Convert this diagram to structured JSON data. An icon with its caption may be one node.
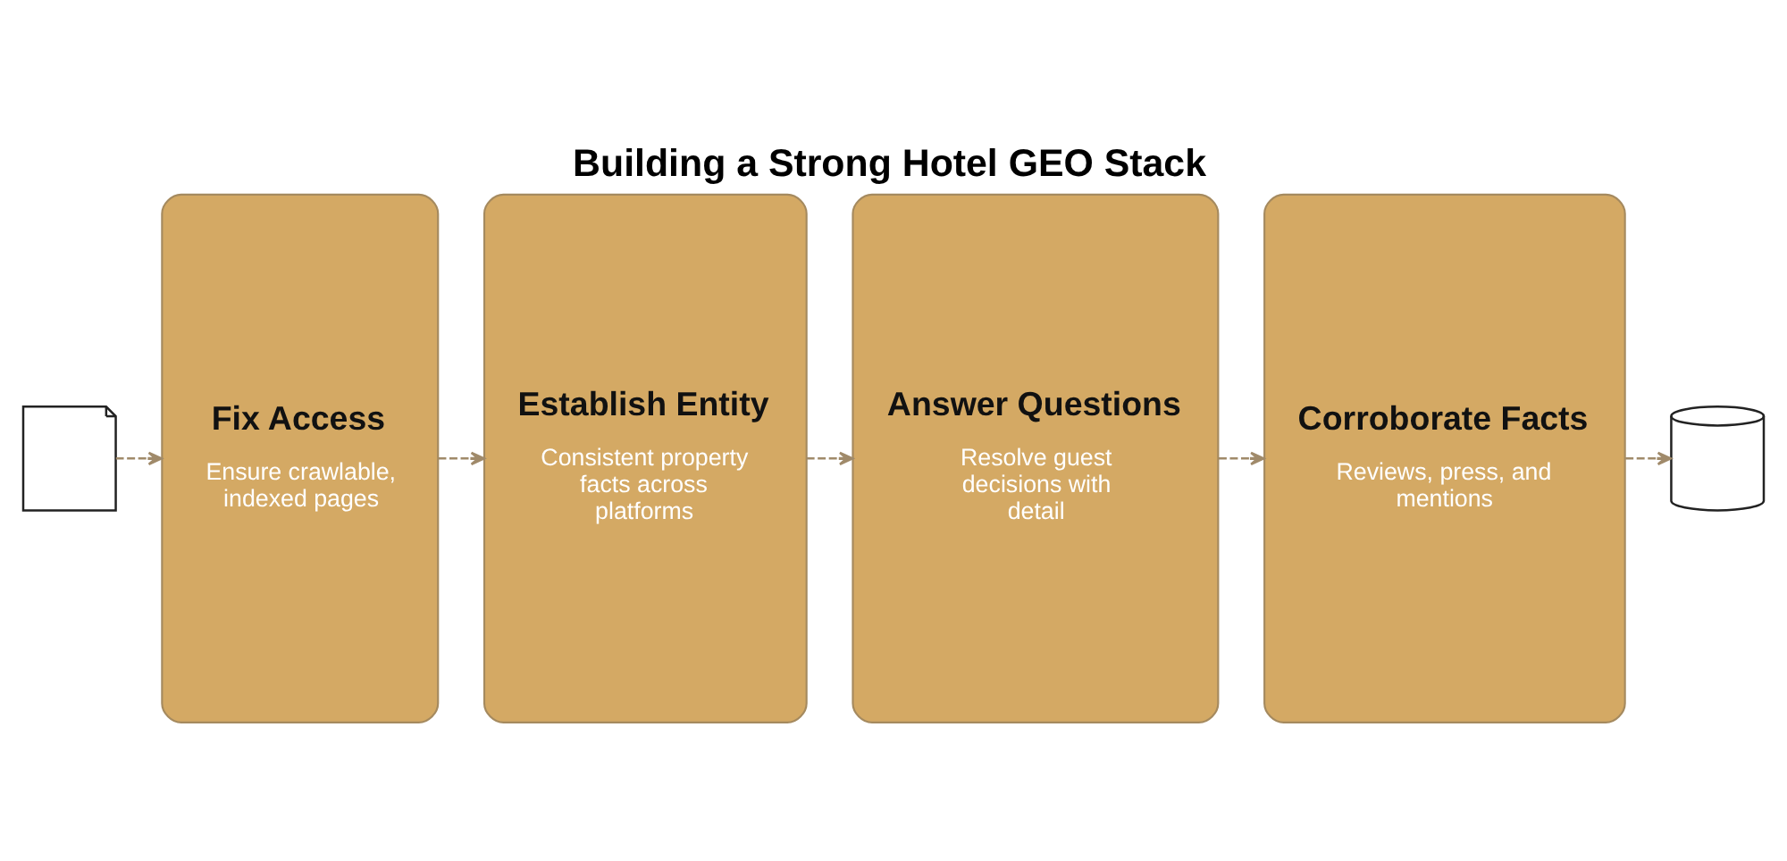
{
  "diagram": {
    "title": "Building a Strong Hotel GEO Stack",
    "nodes": [
      {
        "text": [],
        "shape": "picture"
      },
      {
        "text": [
          "Fix Access",
          "Ensure crawlable, indexed pages"
        ]
      },
      {
        "text": [
          "Establish Entity",
          "Consistent property facts across platforms"
        ]
      },
      {
        "text": [
          "Answer Questions",
          "Resolve guest decisions with detail"
        ]
      },
      {
        "text": [
          "Corroborate Facts",
          "Reviews, press, and mentions"
        ]
      },
      {
        "text": [],
        "shape": "picture"
      }
    ],
    "edges": [
      {
        "from": 0,
        "to": 1,
        "arrow": "to",
        "style": "dashed"
      },
      {
        "from": 1,
        "to": 2,
        "arrow": "to",
        "style": "dashed"
      },
      {
        "from": 2,
        "to": 3,
        "arrow": "to",
        "style": "dashed"
      },
      {
        "from": 3,
        "to": 4,
        "arrow": "to",
        "style": "dashed"
      },
      {
        "from": 4,
        "to": 5,
        "arrow": "to",
        "style": "dashed"
      }
    ]
  }
}
